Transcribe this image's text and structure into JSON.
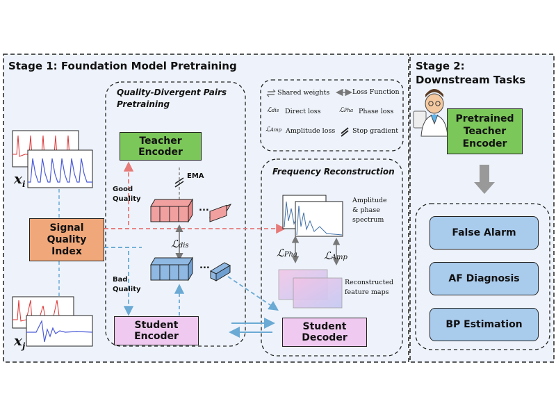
{
  "stage1": {
    "title": "Stage 1: Foundation Model Pretraining"
  },
  "stage2": {
    "title_line1": "Stage 2:",
    "title_line2": "Downstream Tasks"
  },
  "pairs": {
    "title_line1": "Quality-Divergent Pairs",
    "title_line2": "Pretraining"
  },
  "legend": {
    "shared_weights": "Shared weights",
    "loss_function": "Loss Function",
    "direct_loss": "Direct loss",
    "phase_loss": "Phase loss",
    "amplitude_loss": "Amplitude loss",
    "stop_gradient": "Stop gradient",
    "l_dis": "dis",
    "l_pha": "Pha",
    "l_amp": "Amp"
  },
  "teacher_encoder": {
    "line1": "Teacher",
    "line2": "Encoder"
  },
  "student_encoder": {
    "line1": "Student",
    "line2": "Encoder"
  },
  "student_decoder": {
    "line1": "Student",
    "line2": "Decoder"
  },
  "sqi": {
    "line1": "Signal",
    "line2": "Quality",
    "line3": "Index"
  },
  "labels": {
    "ema": "EMA",
    "good_quality_1": "Good",
    "good_quality_2": "Quality",
    "bad_quality_1": "Bad",
    "bad_quality_2": "Quality",
    "xi": "x",
    "xi_sub": "i",
    "xj": "x",
    "xj_sub": "j",
    "ellipsis1": "...",
    "ellipsis2": "..."
  },
  "freq": {
    "title": "Frequency Reconstruction",
    "spectrum_1": "Amplitude",
    "spectrum_2": "& phase",
    "spectrum_3": "spectrum",
    "recon_1": "Reconstructed",
    "recon_2": "feature maps"
  },
  "pretrained": {
    "line1": "Pretrained",
    "line2": "Teacher",
    "line3": "Encoder"
  },
  "tasks": [
    "False Alarm",
    "AF Diagnosis",
    "BP Estimation"
  ],
  "colors": {
    "green": "#7cc759",
    "pink": "#efc9ef",
    "blue": "#a9cbec",
    "orange": "#f0a87a",
    "panel": "#eef3fb",
    "arrow_red": "#e77a7a",
    "arrow_blue": "#6aaad4",
    "feature_red": "#f1a0a0",
    "feature_blue": "#8fb8e2"
  }
}
